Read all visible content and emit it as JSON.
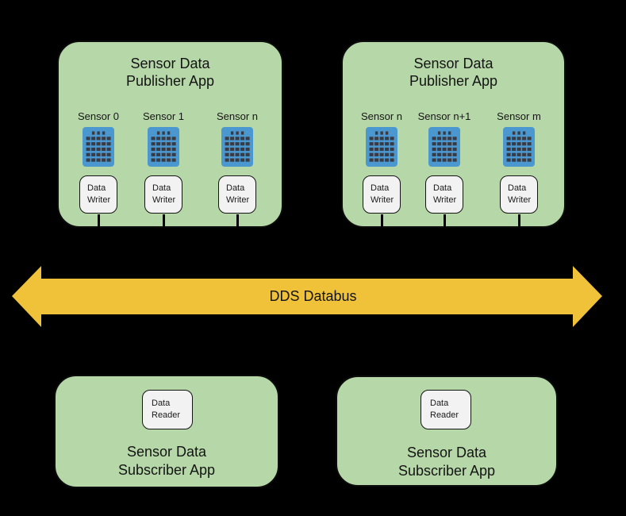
{
  "colors": {
    "background": "#000000",
    "app_box_green": "#B6D7A8",
    "databus_yellow": "#F0C239",
    "sensor_icon_blue": "#4B98D0",
    "sensor_icon_dots": "#3A3A42",
    "endpoint_box_fill": "#F2F2F2",
    "line_black": "#000000"
  },
  "publishers": [
    {
      "title_line1": "Sensor Data",
      "title_line2": "Publisher App",
      "sensors": [
        {
          "label": "Sensor 0",
          "writer_label": "Data Writer"
        },
        {
          "label": "Sensor 1",
          "writer_label": "Data Writer"
        },
        {
          "label": "Sensor n",
          "writer_label": "Data Writer"
        }
      ]
    },
    {
      "title_line1": "Sensor Data",
      "title_line2": "Publisher App",
      "sensors": [
        {
          "label": "Sensor n",
          "writer_label": "Data Writer"
        },
        {
          "label": "Sensor n+1",
          "writer_label": "Data Writer"
        },
        {
          "label": "Sensor m",
          "writer_label": "Data Writer"
        }
      ]
    }
  ],
  "databus": {
    "label": "DDS Databus"
  },
  "subscribers": [
    {
      "title_line1": "Sensor Data",
      "title_line2": "Subscriber App",
      "reader_label": "Data Reader"
    },
    {
      "title_line1": "Sensor Data",
      "title_line2": "Subscriber App",
      "reader_label": "Data Reader"
    }
  ]
}
